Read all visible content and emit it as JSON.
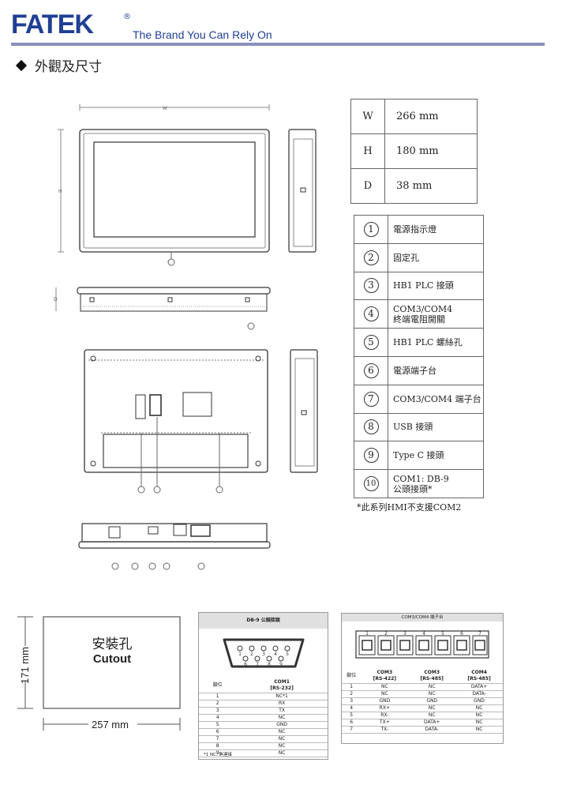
{
  "header": {
    "logo": "FATEK",
    "registered": "®",
    "tagline": "The Brand You Can Rely On"
  },
  "section_title": "外觀及尺寸",
  "drawing_labels": {
    "w": "W",
    "h": "H",
    "d": "D"
  },
  "dimensions": [
    {
      "key": "W",
      "value": "266  mm"
    },
    {
      "key": "H",
      "value": "180  mm"
    },
    {
      "key": "D",
      "value": " 38  mm"
    }
  ],
  "legend": [
    {
      "num": "1",
      "line1": "電源指示燈",
      "line2": ""
    },
    {
      "num": "2",
      "line1": "固定孔",
      "line2": ""
    },
    {
      "num": "3",
      "line1": "HB1 PLC 接頭",
      "line2": ""
    },
    {
      "num": "4",
      "line1": "COM3/COM4",
      "line2": "終端電阻開關"
    },
    {
      "num": "5",
      "line1": "HB1 PLC 螺絲孔",
      "line2": ""
    },
    {
      "num": "6",
      "line1": "電源端子台",
      "line2": ""
    },
    {
      "num": "7",
      "line1": "COM3/COM4 端子台",
      "line2": ""
    },
    {
      "num": "8",
      "line1": "USB 接頭",
      "line2": ""
    },
    {
      "num": "9",
      "line1": "Type C 接頭",
      "line2": ""
    },
    {
      "num": "10",
      "line1": "COM1: DB-9",
      "line2": " 公頭接頭*"
    }
  ],
  "note": "*此系列HMI不支援COM2",
  "cutout": {
    "title": "安裝孔",
    "subtitle": "Cutout",
    "width": "257 mm",
    "height": "171 mm"
  },
  "db9": {
    "title": "DB-9  公頭接頭",
    "pins_top": [
      "1",
      "2",
      "3",
      "4",
      "5"
    ],
    "pins_bottom": [
      "6",
      "7",
      "8",
      "9"
    ],
    "col_pin": "腳位",
    "col_com1": "COM1",
    "col_com1_sub": "[RS-232]",
    "rows": [
      [
        "1",
        "NC*1"
      ],
      [
        "2",
        "RX"
      ],
      [
        "3",
        "TX"
      ],
      [
        "4",
        "NC"
      ],
      [
        "5",
        "GND"
      ],
      [
        "6",
        "NC"
      ],
      [
        "7",
        "NC"
      ],
      [
        "8",
        "NC"
      ],
      [
        "9",
        "NC"
      ]
    ],
    "footnote": "*1  NC: 無連接"
  },
  "com34": {
    "title": "COM3/COM4 端子台",
    "terminals": [
      "1",
      "2",
      "3",
      "4",
      "5",
      "6",
      "7"
    ],
    "col_pin": "腳位",
    "cols": [
      [
        "COM3",
        "[RS-422]"
      ],
      [
        "COM3",
        "[RS-485]"
      ],
      [
        "COM4",
        "[RS-485]"
      ]
    ],
    "rows": [
      [
        "1",
        "NC",
        "NC",
        "DATA+"
      ],
      [
        "2",
        "NC",
        "NC",
        "DATA-"
      ],
      [
        "3",
        "GND",
        "GND",
        "GND"
      ],
      [
        "4",
        "RX+",
        "NC",
        "NC"
      ],
      [
        "5",
        "RX-",
        "NC",
        "NC"
      ],
      [
        "6",
        "TX+",
        "DATA+",
        "NC"
      ],
      [
        "7",
        "TX-",
        "DATA-",
        "NC"
      ]
    ]
  }
}
